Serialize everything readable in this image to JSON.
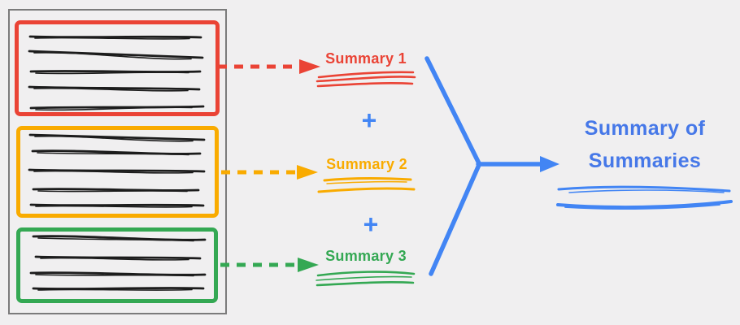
{
  "diagram": {
    "source_document": {
      "border_color": "#7b7b7b",
      "sections": [
        {
          "name": "section-1",
          "color": "#EA4335",
          "text_line_count": 5
        },
        {
          "name": "section-2",
          "color": "#F9AB00",
          "text_line_count": 5
        },
        {
          "name": "section-3",
          "color": "#34A853",
          "text_line_count": 4
        }
      ]
    },
    "summaries": [
      {
        "label": "Summary 1",
        "color": "#EA4335"
      },
      {
        "label": "Summary 2",
        "color": "#F9AB00"
      },
      {
        "label": "Summary 3",
        "color": "#34A853"
      }
    ],
    "plus_signs": [
      "+",
      "+"
    ],
    "result": {
      "line1": "Summary of",
      "line2": "Summaries",
      "color": "#4678E8"
    },
    "colors": {
      "red": "#EA4335",
      "orange": "#F9AB00",
      "green": "#34A853",
      "blue": "#4285F4",
      "blue_text": "#4678E8",
      "ink": "#1c1c1c",
      "frame": "#7b7b7b",
      "background": "#f0eff0"
    }
  }
}
